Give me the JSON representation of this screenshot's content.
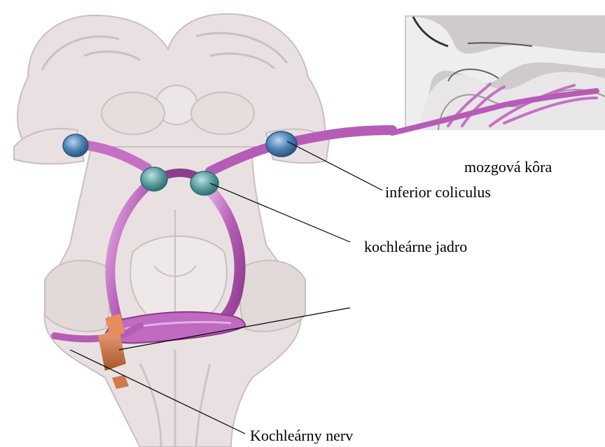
{
  "labels": {
    "cortex": "mozgová kôra",
    "inferior_colliculus": "inferior coliculus",
    "cochlear_nucleus": "kochleárne jadro",
    "cochlear_nerve": "Kochleárny nerv"
  },
  "colors": {
    "brainstem": "#e9e1e1",
    "brainstem_shadow": "#c9bfc0",
    "pathway": "#b65cb6",
    "pathway_light": "#dc9edc",
    "colliculus_nodes": "#4f9a9a",
    "geniculate_nodes": "#4f86b7",
    "nerve": "#c8733e",
    "cortex_gray": "#b7b2b2",
    "cortex_white": "#eeeeee"
  }
}
